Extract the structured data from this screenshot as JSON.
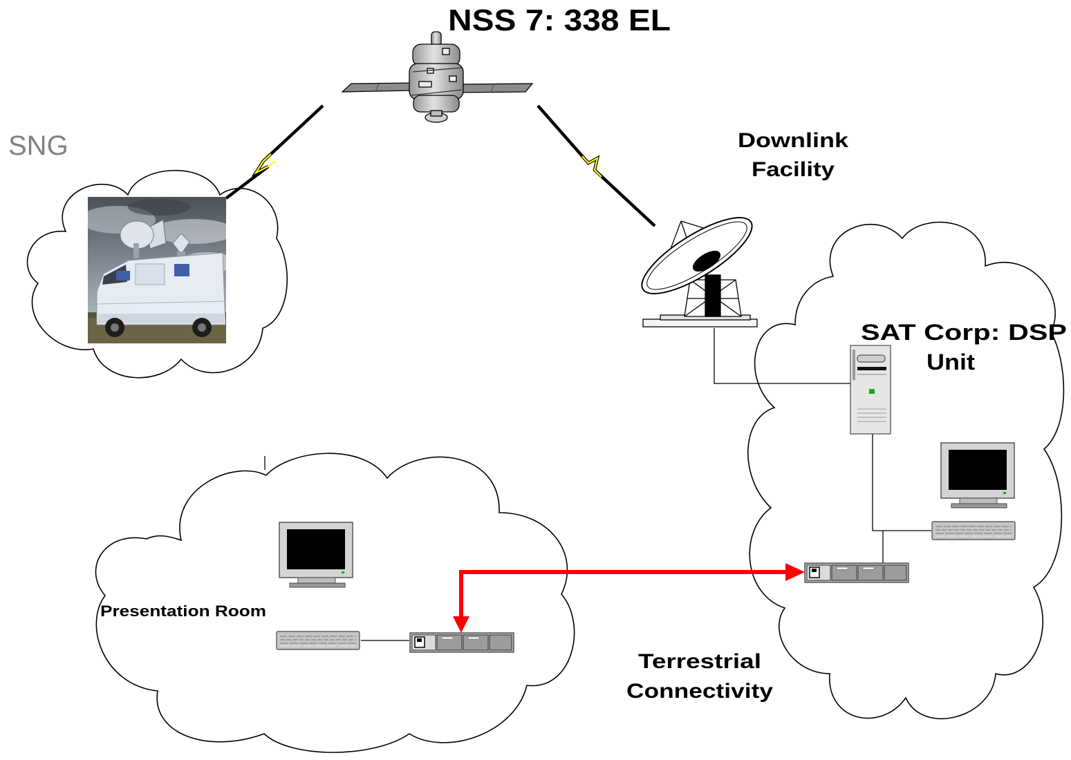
{
  "title": "NSS 7: 338 EL",
  "labels": {
    "sng": "SNG",
    "downlink_facility": [
      "Downlink",
      "Facility"
    ],
    "dsp_unit": [
      "SAT Corp: DSP",
      "Unit"
    ],
    "presentation_room": "Presentation Room",
    "terrestrial_connectivity": [
      "Terrestrial",
      "Connectivity"
    ]
  },
  "icons": [
    "satellite-icon",
    "sng-van-photo",
    "satellite-dish-icon",
    "server-tower-icon",
    "monitor-icon",
    "keyboard-icon",
    "router-icon"
  ],
  "colors": {
    "terrestrial_link": "#ff0000",
    "radio_link_bolt": "#ffff00",
    "sng_label": "#808080"
  }
}
